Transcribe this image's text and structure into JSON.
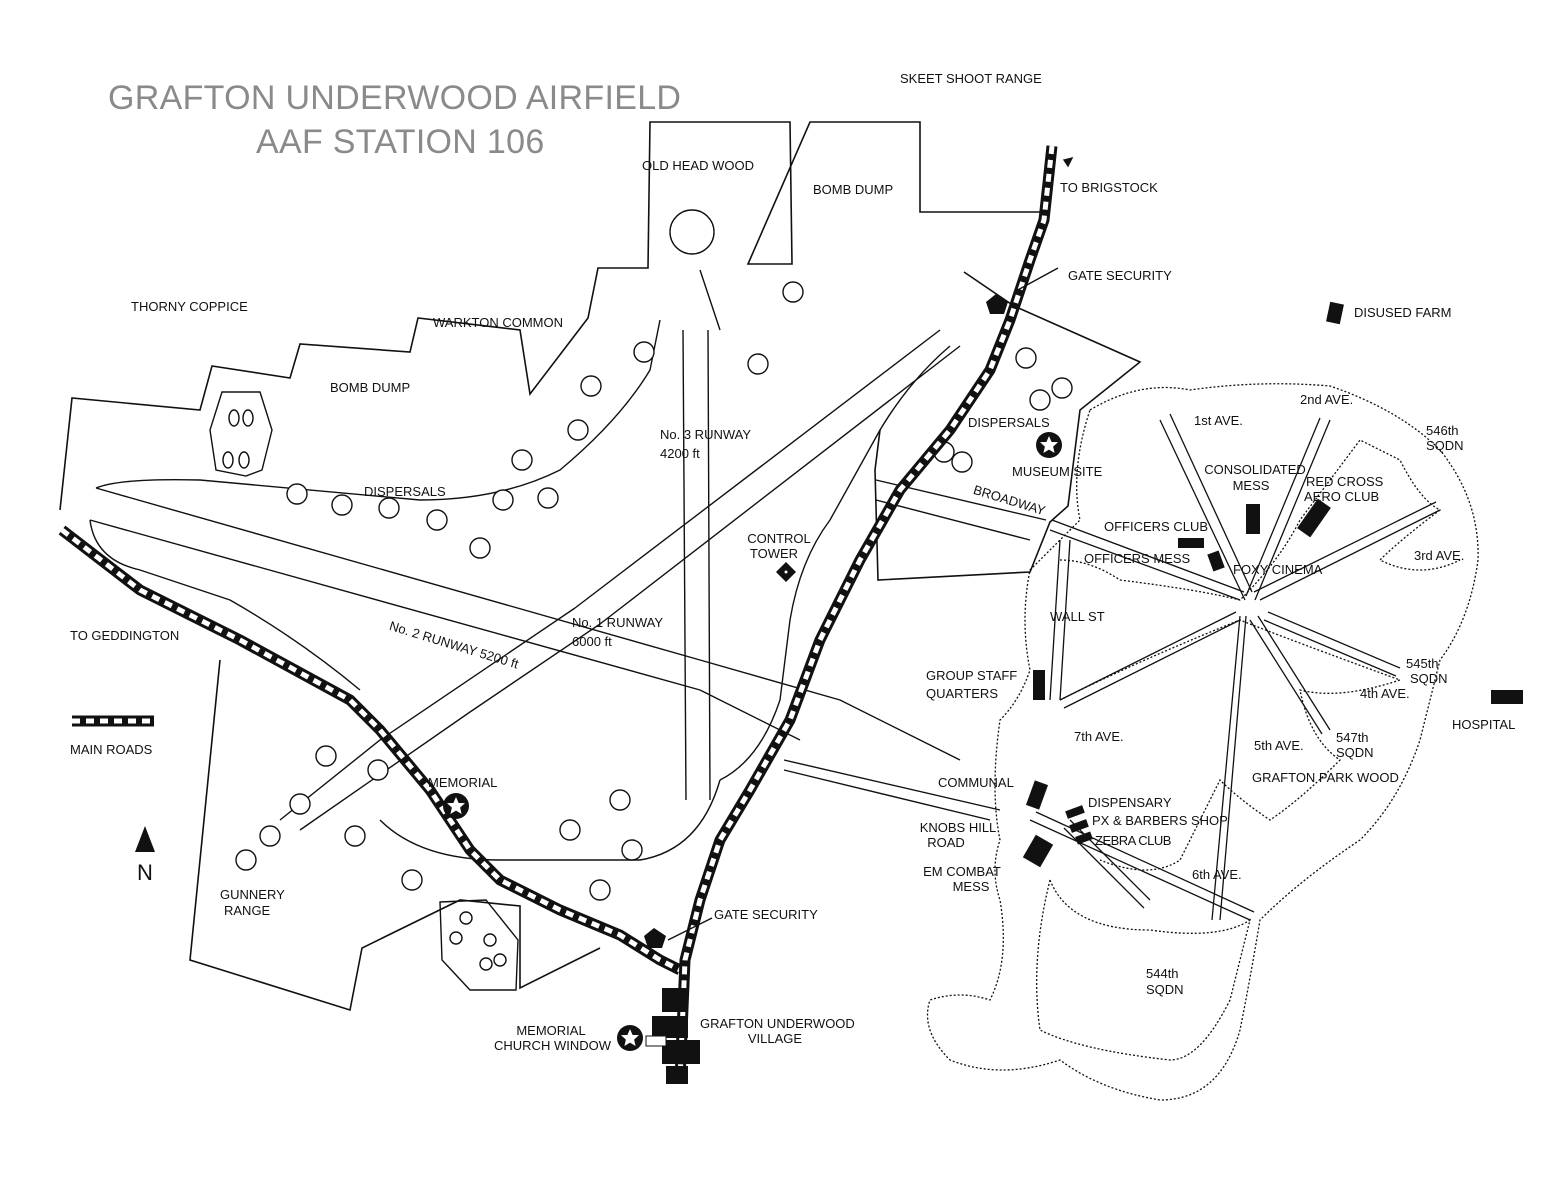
{
  "title": {
    "line1": "GRAFTON UNDERWOOD AIRFIELD",
    "line2": "AAF STATION 106"
  },
  "north": {
    "label": "N"
  },
  "legend": {
    "main_roads": "MAIN ROADS"
  },
  "labels": {
    "skeet_shoot_range": "SKEET SHOOT RANGE",
    "old_head_wood": "OLD HEAD WOOD",
    "bomb_dump_north": "BOMB DUMP",
    "to_brigstock": "TO BRIGSTOCK",
    "thorny_coppice": "THORNY COPPICE",
    "warkton_common": "WARKTON COMMON",
    "gate_security_north": "GATE SECURITY",
    "disused_farm": "DISUSED FARM",
    "bomb_dump_west": "BOMB DUMP",
    "runway3": "No. 3 RUNWAY",
    "runway3_len": "4200 ft",
    "dispersals_east": "DISPERSALS",
    "museum_site": "MUSEUM SITE",
    "dispersals_west": "DISPERSALS",
    "broadway": "BROADWAY",
    "control_tower_1": "CONTROL",
    "control_tower_2": "TOWER",
    "runway1": "No. 1 RUNWAY",
    "runway1_len": "6000 ft",
    "runway2": "No. 2 RUNWAY 5200 ft",
    "to_geddington": "TO GEDDINGTON",
    "first_ave": "1st AVE.",
    "second_ave": "2nd AVE.",
    "sqdn546_1": "546th",
    "sqdn546_2": "SQDN",
    "consolidated_1": "CONSOLIDATED",
    "consolidated_2": "MESS",
    "red_cross_1": "RED CROSS",
    "red_cross_2": "AERO CLUB",
    "officers_club": "OFFICERS CLUB",
    "officers_mess": "OFFICERS MESS",
    "foxy_cinema": "FOXY CINEMA",
    "third_ave": "3rd AVE.",
    "wall_st": "WALL ST",
    "group_staff_1": "GROUP STAFF",
    "group_staff_2": "QUARTERS",
    "sqdn545_1": "545th",
    "sqdn545_2": "SQDN",
    "fourth_ave": "4th AVE.",
    "hospital": "HOSPITAL",
    "seventh_ave": "7th AVE.",
    "fifth_ave": "5th AVE.",
    "sqdn547_1": "547th",
    "sqdn547_2": "SQDN",
    "grafton_park_wood": "GRAFTON PARK WOOD",
    "communal": "COMMUNAL",
    "memorial": "MEMORIAL",
    "dispensary": "DISPENSARY",
    "knobs_hill_1": "KNOBS HILL",
    "knobs_hill_2": "ROAD",
    "px_barbers": "PX & BARBERS SHOP",
    "zebra_club": "ZEBRA CLUB",
    "em_combat_1": "EM COMBAT",
    "em_combat_2": "MESS",
    "sixth_ave": "6th AVE.",
    "gunnery_1": "GUNNERY",
    "gunnery_2": "RANGE",
    "gate_security_south": "GATE SECURITY",
    "sqdn544_1": "544th",
    "sqdn544_2": "SQDN",
    "memorial_church_1": "MEMORIAL",
    "memorial_church_2": "CHURCH WINDOW",
    "grafton_village_1": "GRAFTON UNDERWOOD",
    "grafton_village_2": "VILLAGE"
  },
  "icons": {
    "memorial_star": "star-circle-icon",
    "museum_star": "star-circle-icon",
    "church_star": "star-circle-icon",
    "gate": "pentagon-icon",
    "building": "black-rectangle-icon",
    "north_arrow": "north-arrow-icon"
  },
  "colors": {
    "ink": "#111111",
    "title_gray": "#8a8a8a",
    "background": "#ffffff"
  }
}
